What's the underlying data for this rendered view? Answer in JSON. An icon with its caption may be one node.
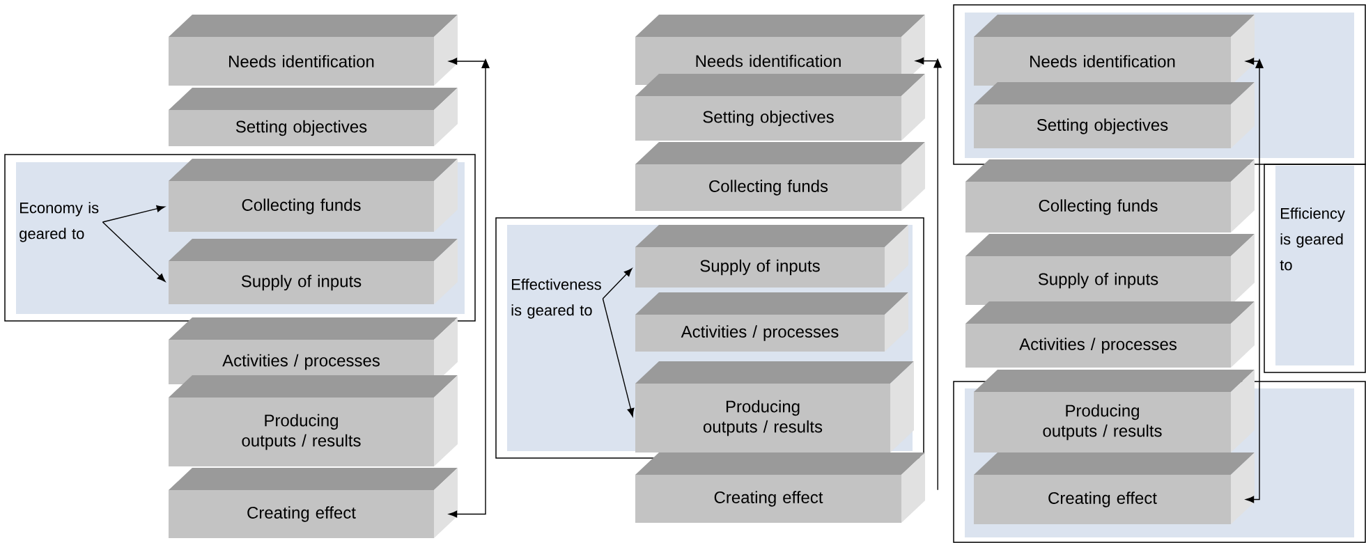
{
  "diagram": {
    "nodes": [
      {
        "text": [
          "Needs identification"
        ]
      },
      {
        "text": [
          "Setting objectives"
        ]
      },
      {
        "text": [],
        "shape": "box"
      },
      {
        "text": [
          "Economy is geared to"
        ],
        "in": 2
      },
      {
        "text": [
          "Collecting funds"
        ],
        "in": 2
      },
      {
        "text": [
          "Supply of inputs"
        ],
        "in": 2
      },
      {
        "text": [
          "Activities / processes"
        ]
      },
      {
        "text": [
          "Producing outputs / results"
        ]
      },
      {
        "text": [
          "Creating effect"
        ]
      },
      {
        "text": [
          "Needs identification"
        ]
      },
      {
        "text": [
          "Setting objectives"
        ]
      },
      {
        "text": [
          "Collecting funds"
        ]
      },
      {
        "text": [],
        "shape": "box"
      },
      {
        "text": [
          "Effectiveness is geared to"
        ],
        "in": 12
      },
      {
        "text": [
          "Supply of inputs"
        ],
        "in": 12
      },
      {
        "text": [
          "Activities / processes"
        ],
        "in": 12
      },
      {
        "text": [
          "Producing outputs / results"
        ],
        "in": 12
      },
      {
        "text": [
          "Creating effect"
        ]
      },
      {
        "text": [],
        "shape": "box"
      },
      {
        "text": [
          "Needs identification"
        ],
        "in": 18
      },
      {
        "text": [
          "Setting objectives"
        ],
        "in": 18
      },
      {
        "text": [
          "Collecting funds"
        ]
      },
      {
        "text": [
          "Supply of inputs"
        ]
      },
      {
        "text": [
          "Activities / processes"
        ]
      },
      {
        "text": [
          "Efficiency is geared to"
        ]
      },
      {
        "text": [],
        "shape": "box"
      },
      {
        "text": [
          "Producing outputs / results"
        ],
        "in": 25
      },
      {
        "text": [
          "Creating effect"
        ],
        "in": 25
      }
    ],
    "edges": [
      {
        "from": 3,
        "to": 4,
        "arrow": "to"
      },
      {
        "from": 3,
        "to": 5,
        "arrow": "to"
      },
      {
        "from": 8,
        "to": 0,
        "arrow": "both"
      },
      {
        "from": 13,
        "to": 14,
        "arrow": "to"
      },
      {
        "from": 13,
        "to": 16,
        "arrow": "to"
      },
      {
        "from": 17,
        "to": 9,
        "arrow": "to"
      },
      {
        "from": 27,
        "to": 19,
        "arrow": "both"
      }
    ]
  }
}
